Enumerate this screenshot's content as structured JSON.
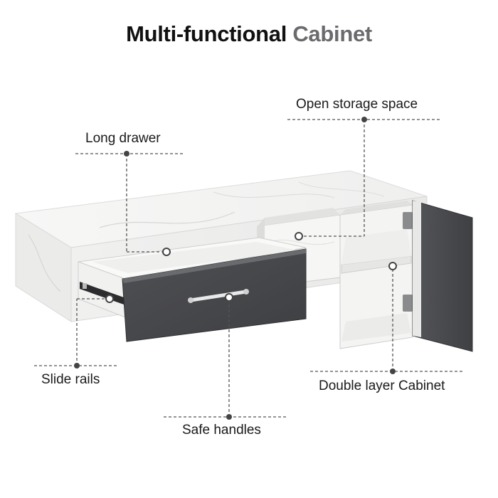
{
  "title": {
    "part1": "Multi-functional",
    "part2": "Cabinet"
  },
  "callouts": {
    "open_storage": "Open storage space",
    "long_drawer": "Long drawer",
    "slide_rails": "Slide rails",
    "double_layer": "Double layer Cabinet",
    "safe_handles": "Safe handles"
  },
  "colors": {
    "title_dark": "#111111",
    "title_gray": "#6b6b6f",
    "marble": "#f3f3f2",
    "drawer_front": "#4a4b4e",
    "leader": "#555555"
  }
}
